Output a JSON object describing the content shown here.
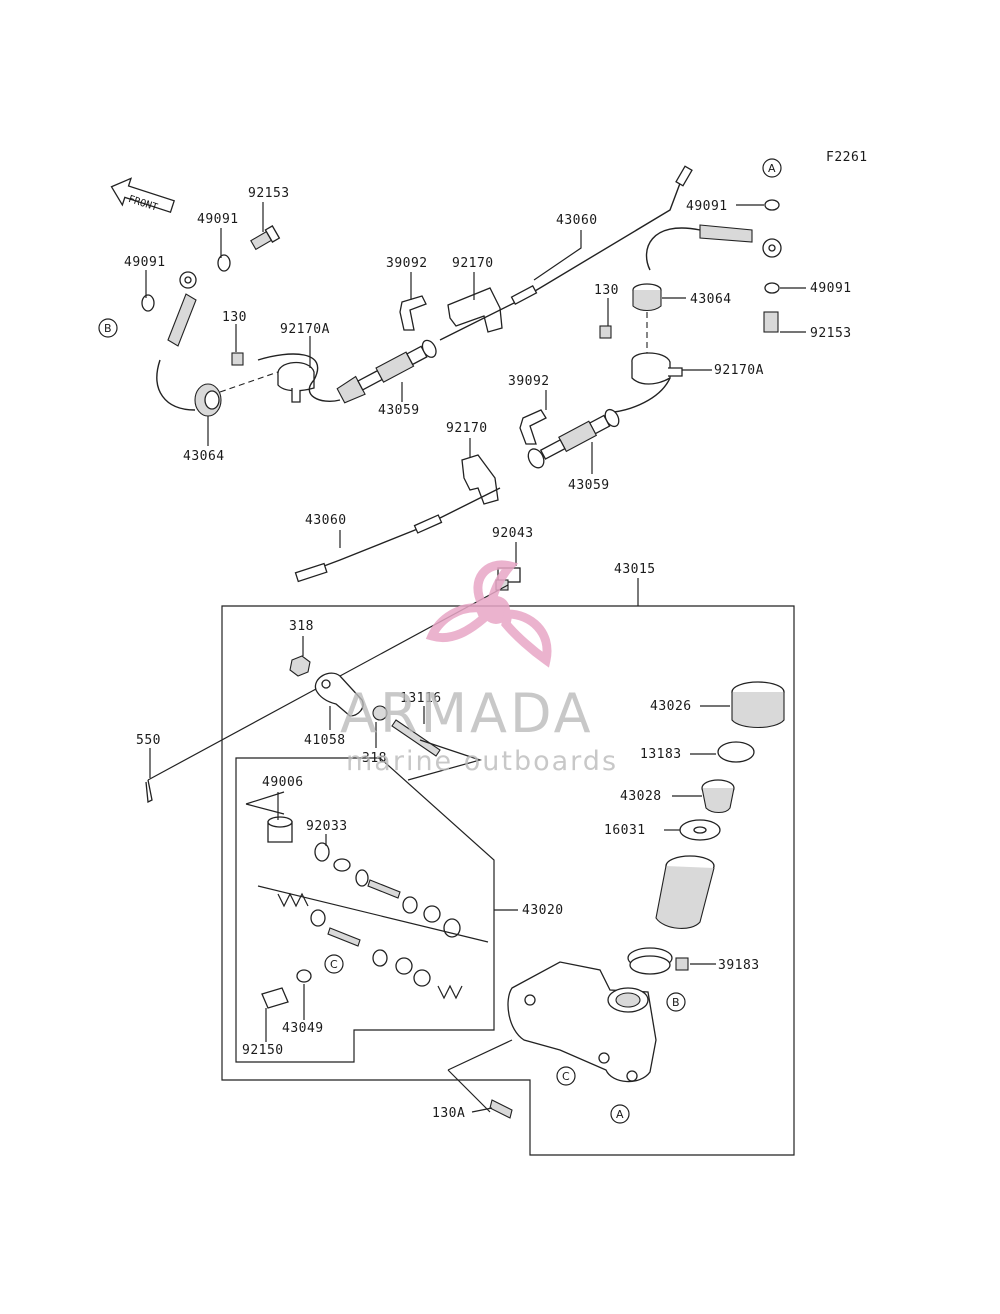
{
  "figure_code": "F2261",
  "front_label": "FRONT",
  "watermark": {
    "title": "ARMADA",
    "subtitle": "marine outboards"
  },
  "callouts": {
    "a": "A",
    "b": "B",
    "c": "C"
  },
  "parts": {
    "p_92153_left": "92153",
    "p_49091_left_upper": "49091",
    "p_49091_left": "49091",
    "p_130_left": "130",
    "p_92170a_left": "92170A",
    "p_43064_left": "43064",
    "p_43059_left": "43059",
    "p_39092_left": "39092",
    "p_92170_upper": "92170",
    "p_43060_upper": "43060",
    "p_49091_right_top": "49091",
    "p_49091_right": "49091",
    "p_92153_right": "92153",
    "p_130_right": "130",
    "p_43064_right": "43064",
    "p_92170a_right": "92170A",
    "p_39092_right": "39092",
    "p_92170_lower": "92170",
    "p_43059_right": "43059",
    "p_43060_lower": "43060",
    "p_92043": "92043",
    "p_43015": "43015",
    "p_318_upper": "318",
    "p_13116": "13116",
    "p_41058": "41058",
    "p_318_lower": "318",
    "p_550": "550",
    "p_43026": "43026",
    "p_13183": "13183",
    "p_43028": "43028",
    "p_16031": "16031",
    "p_49006": "49006",
    "p_92033": "92033",
    "p_43020": "43020",
    "p_39183": "39183",
    "p_43049": "43049",
    "p_92150": "92150",
    "p_130a": "130A"
  }
}
